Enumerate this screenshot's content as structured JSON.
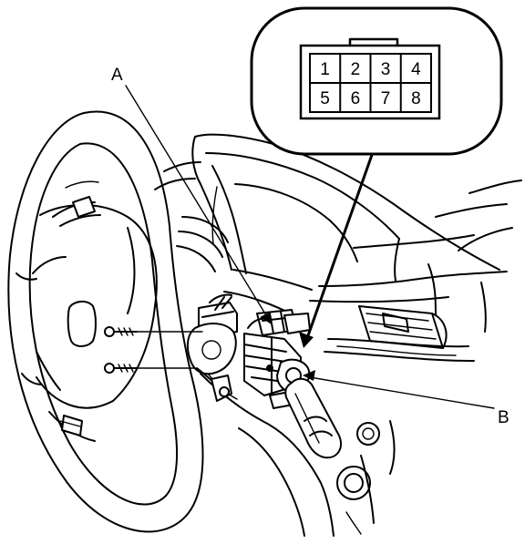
{
  "callouts": {
    "a": "A",
    "b": "B"
  },
  "connector": {
    "pins": [
      "1",
      "2",
      "3",
      "4",
      "5",
      "6",
      "7",
      "8"
    ]
  }
}
